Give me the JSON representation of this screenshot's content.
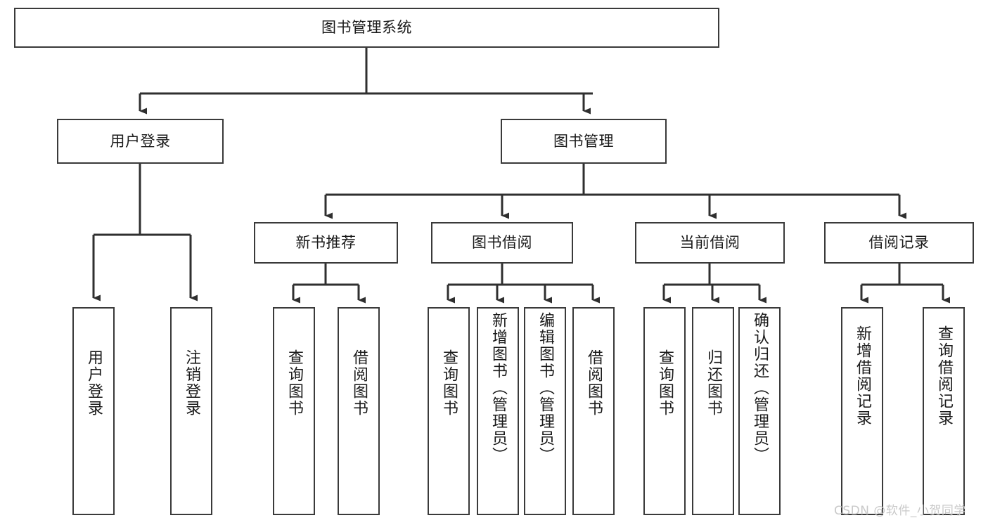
{
  "diagram": {
    "title": "图书管理系统",
    "type": "tree-hierarchy",
    "watermark": "CSDN @软件_小贺同学",
    "colors": {
      "box_border": "#3a3a3a",
      "box_fill": "#ffffff",
      "line": "#2f2f2f",
      "text": "#1a1a1a",
      "watermark": "#c9c9c9",
      "background": "#ffffff"
    },
    "nodes": {
      "root": {
        "label": "图书管理系统"
      },
      "level2": [
        {
          "id": "user-login",
          "label": "用户登录"
        },
        {
          "id": "book-manage",
          "label": "图书管理"
        }
      ],
      "level3": [
        {
          "id": "new-book-recommend",
          "label": "新书推荐"
        },
        {
          "id": "book-borrow",
          "label": "图书借阅"
        },
        {
          "id": "current-borrow",
          "label": "当前借阅"
        },
        {
          "id": "borrow-record",
          "label": "借阅记录"
        }
      ],
      "leaves": [
        {
          "id": "leaf-user-login",
          "label": "用户登录",
          "parent": "user-login"
        },
        {
          "id": "leaf-logout-login",
          "label": "注销登录",
          "parent": "user-login"
        },
        {
          "id": "leaf-query-book-1",
          "label": "查询图书",
          "parent": "new-book-recommend"
        },
        {
          "id": "leaf-borrow-book-1",
          "label": "借阅图书",
          "parent": "new-book-recommend"
        },
        {
          "id": "leaf-query-book-2",
          "label": "查询图书",
          "parent": "book-borrow"
        },
        {
          "id": "leaf-add-book",
          "label": "新增图书（管理员）",
          "parent": "book-borrow"
        },
        {
          "id": "leaf-edit-book",
          "label": "编辑图书（管理员）",
          "parent": "book-borrow"
        },
        {
          "id": "leaf-borrow-book-2",
          "label": "借阅图书",
          "parent": "book-borrow"
        },
        {
          "id": "leaf-query-book-3",
          "label": "查询图书",
          "parent": "current-borrow"
        },
        {
          "id": "leaf-return-book",
          "label": "归还图书",
          "parent": "current-borrow"
        },
        {
          "id": "leaf-confirm-return",
          "label": "确认归还（管理员）",
          "parent": "current-borrow"
        },
        {
          "id": "leaf-add-record",
          "label": "新增借阅记录",
          "parent": "borrow-record"
        },
        {
          "id": "leaf-query-record",
          "label": "查询借阅记录",
          "parent": "borrow-record"
        }
      ]
    }
  }
}
